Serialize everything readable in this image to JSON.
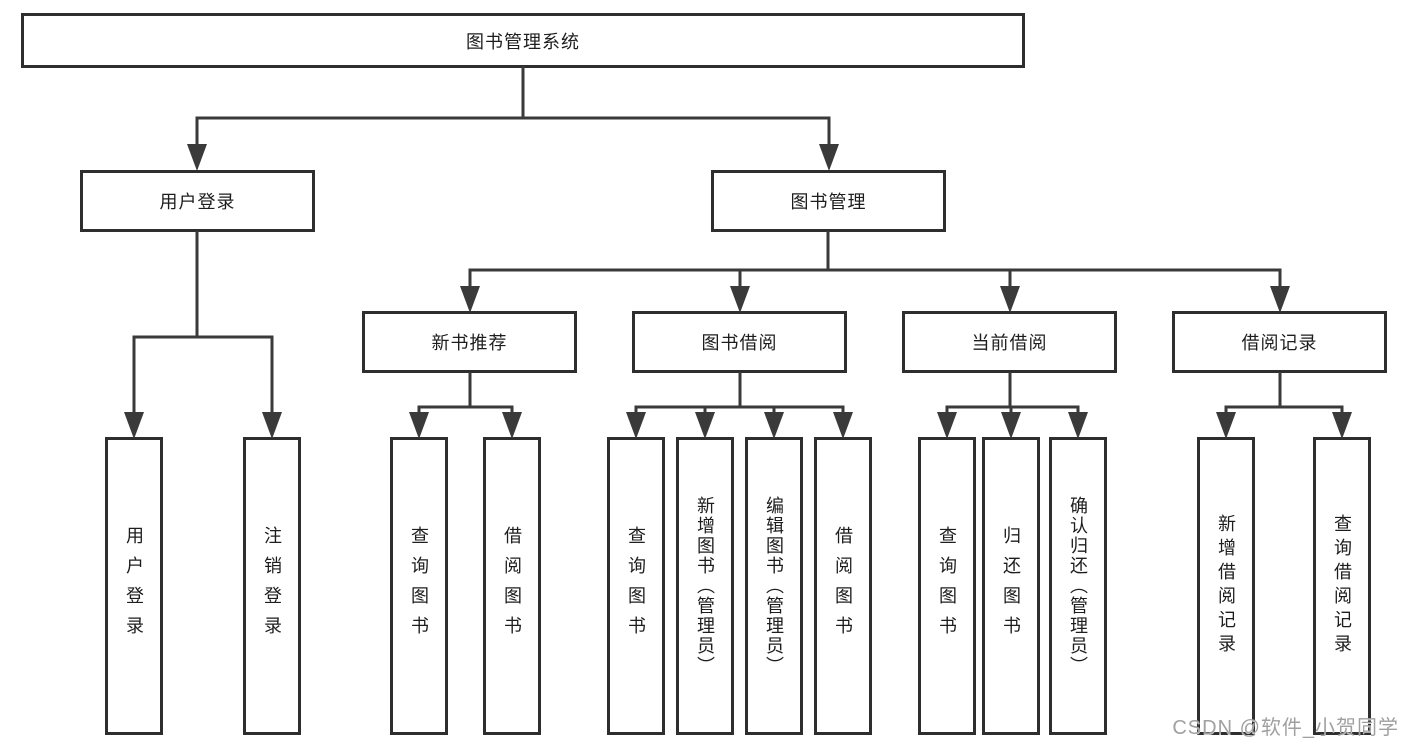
{
  "title": {
    "label": "图书管理系统"
  },
  "tree": {
    "login": {
      "label": "用户登录",
      "children": [
        "用户登录",
        "注销登录"
      ]
    },
    "management": {
      "label": "图书管理",
      "groups": [
        {
          "label": "新书推荐",
          "children": [
            "查询图书",
            "借阅图书"
          ]
        },
        {
          "label": "图书借阅",
          "children": [
            "查询图书",
            "新增图书（管理员）",
            "编辑图书（管理员）",
            "借阅图书"
          ]
        },
        {
          "label": "当前借阅",
          "children": [
            "查询图书",
            "归还图书",
            "确认归还（管理员）"
          ]
        },
        {
          "label": "借阅记录",
          "children": [
            "新增借阅记录",
            "查询借阅记录"
          ]
        }
      ]
    }
  },
  "watermark": {
    "text": "CSDN @软件_小贺同学"
  },
  "colors": {
    "line": "#3a3a3a",
    "border": "#2e2e2e",
    "text": "#1d1d1d",
    "watermark": "#a0a0a0",
    "background": "#ffffff"
  }
}
